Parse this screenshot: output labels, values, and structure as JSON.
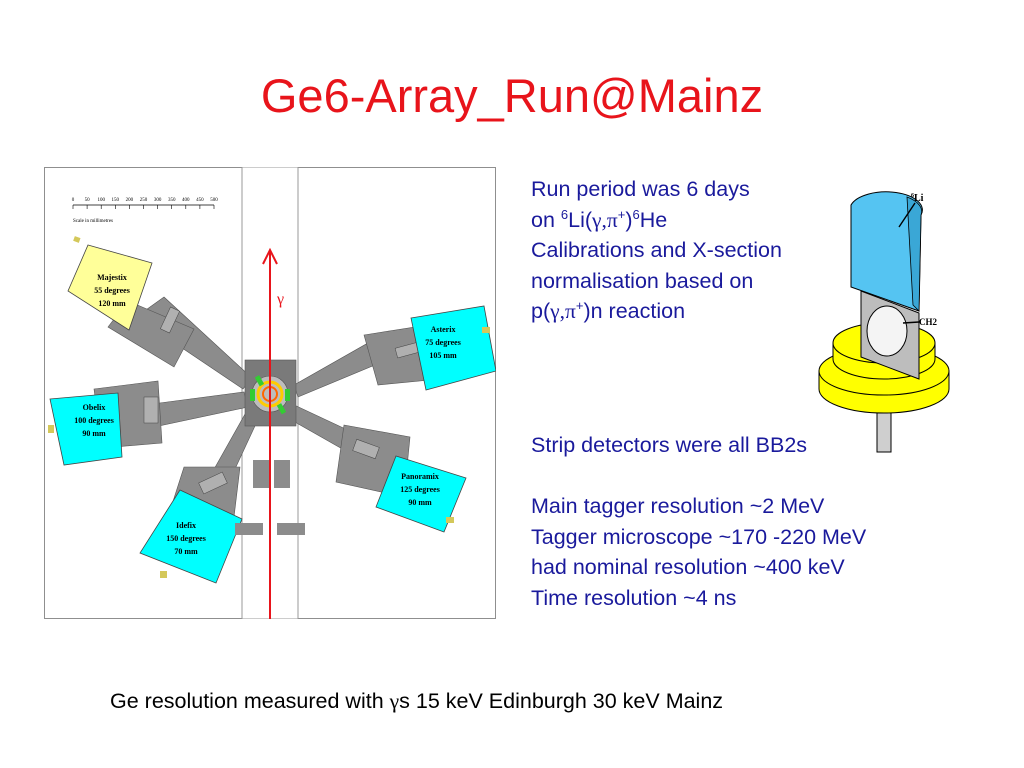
{
  "title": "Ge6-Array_Run@Mainz",
  "scale": {
    "ticks": [
      "0",
      "50",
      "100",
      "150",
      "200",
      "250",
      "300",
      "350",
      "400",
      "450",
      "500"
    ],
    "label": "Scale in millimetres"
  },
  "beam_label": "γ",
  "detectors": [
    {
      "name": "Majestix",
      "angle": "55 degrees",
      "distance": "120 mm",
      "color": "#ffff99"
    },
    {
      "name": "Asterix",
      "angle": "75 degrees",
      "distance": "105 mm",
      "color": "#00ffff"
    },
    {
      "name": "Obelix",
      "angle": "100 degrees",
      "distance": "90 mm",
      "color": "#00ffff"
    },
    {
      "name": "Panoramix",
      "angle": "125 degrees",
      "distance": "90 mm",
      "color": "#00ffff"
    },
    {
      "name": "Idefix",
      "angle": "150 degrees",
      "distance": "70 mm",
      "color": "#00ffff"
    }
  ],
  "notes": {
    "l1": "Run period was 6 days",
    "l2_pre": "on ",
    "l2_sup1": "6",
    "l2_mid": "Li(",
    "l2_greek": "γ,π",
    "l2_sup2": "+",
    "l2_close": ")",
    "l2_sup3": "6",
    "l2_end": "He",
    "l3": "Calibrations and X-section",
    "l4": "normalisation based on",
    "l5_pre": "p(",
    "l5_greek": "γ,π",
    "l5_sup": "+",
    "l5_end": ")n reaction",
    "strip": "Strip detectors were all BB2s",
    "res1": "Main tagger resolution ~2 MeV",
    "res2": "Tagger microscope ~170 -220 MeV",
    "res3": "had nominal resolution ~400 keV",
    "res4": "Time resolution ~4 ns"
  },
  "target": {
    "label_li_sup": "6",
    "label_li": "Li",
    "label_ch2": "CH2",
    "paddle_color": "#55c4f2",
    "base_color": "#ffff00"
  },
  "caption": {
    "pre": "Ge resolution measured with ",
    "greek": "γ",
    "post": "s  15 keV Edinburgh 30 keV Mainz"
  }
}
